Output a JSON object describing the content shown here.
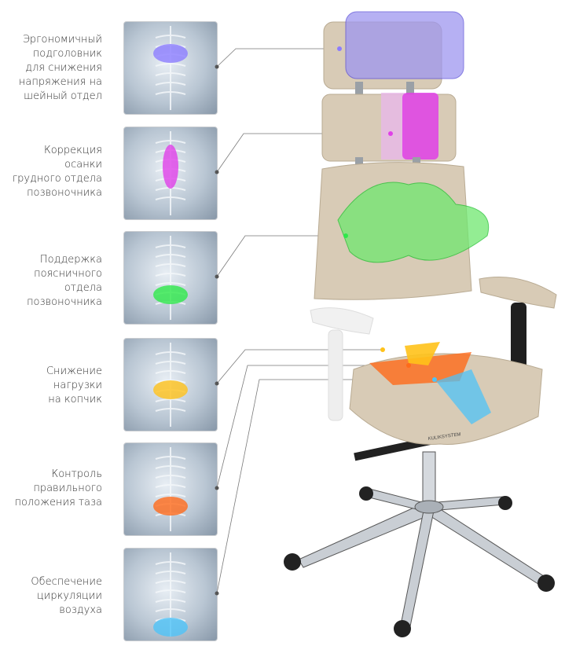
{
  "features": [
    {
      "label": "Эргономичный подголовник для снижения напряжения на шейный отдел",
      "lines": [
        "Эргономичный",
        "подголовник",
        "для снижения",
        "напряжения на",
        "шейный отдел"
      ],
      "highlight": "#8c7dff",
      "icon": "neck-spine-icon"
    },
    {
      "label": "Коррекция осанки грудного отдела позвоночника",
      "lines": [
        "Коррекция",
        "осанки",
        "грудного отдела",
        "позвоночника"
      ],
      "highlight": "#e040e8",
      "icon": "thoracic-spine-icon"
    },
    {
      "label": "Поддержка поясничного отдела позвоночника",
      "lines": [
        "Поддержка",
        "поясничного",
        "отдела",
        "позвоночника"
      ],
      "highlight": "#2ee84a",
      "icon": "lumbar-spine-icon"
    },
    {
      "label": "Снижение нагрузки на копчик",
      "lines": [
        "Снижение",
        "нагрузки",
        "на копчик"
      ],
      "highlight": "#ffc21a",
      "icon": "coccyx-icon"
    },
    {
      "label": "Контроль правильного положения таза",
      "lines": [
        "Контроль",
        "правильного",
        "положения таза"
      ],
      "highlight": "#ff6a1a",
      "icon": "pelvis-icon"
    },
    {
      "label": "Обеспечение циркуляции воздуха",
      "lines": [
        "Обеспечение",
        "циркуляции",
        "воздуха"
      ],
      "highlight": "#4fc3f7",
      "icon": "air-circulation-icon"
    }
  ],
  "chair": {
    "upholstery": "#d8cbb6",
    "frame": "#2a2a2a",
    "chrome": "#bfc3c8",
    "brand": "KULIKSYSTEM"
  }
}
